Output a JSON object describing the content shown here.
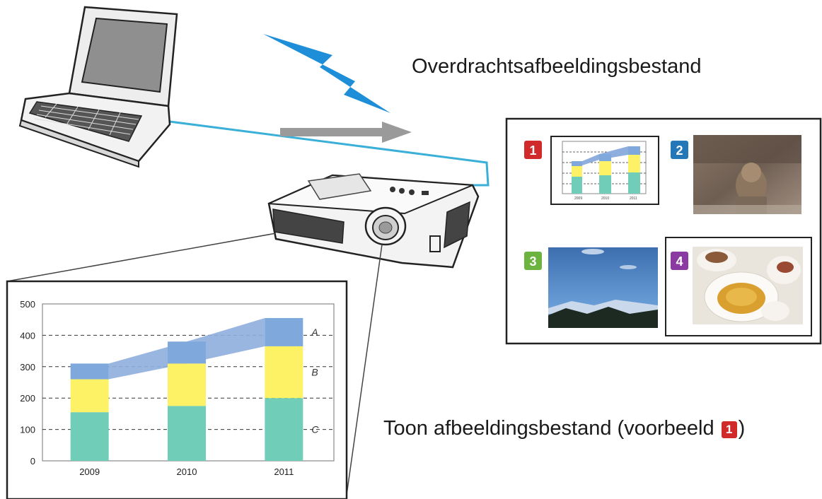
{
  "captions": {
    "transfer": "Overdrachtsafbeeldingsbestand",
    "show_prefix": "Toon afbeeldingsbestand (voorbeeld",
    "show_badge": "1",
    "show_suffix": ")"
  },
  "thumbnails": [
    {
      "number": "1",
      "color": "#d02a2a"
    },
    {
      "number": "2",
      "color": "#2478b8"
    },
    {
      "number": "3",
      "color": "#6cb33f"
    },
    {
      "number": "4",
      "color": "#8a3aa0"
    }
  ],
  "colors": {
    "link_line": "#3ab0d8",
    "wireless": "#1f8ed8",
    "arrow": "#9a9a9a",
    "seg_c": "#6fcdb8",
    "seg_b": "#fdf266",
    "seg_a": "#7fa9dc",
    "trend": "#8eaede"
  },
  "chart_data": {
    "type": "bar",
    "stacked": true,
    "categories": [
      "2009",
      "2010",
      "2011"
    ],
    "series": [
      {
        "name": "C",
        "values": [
          155,
          175,
          200
        ]
      },
      {
        "name": "B",
        "values": [
          105,
          135,
          165
        ]
      },
      {
        "name": "A",
        "values": [
          50,
          70,
          90
        ]
      }
    ],
    "yticks": [
      "0",
      "100",
      "200",
      "300",
      "400",
      "500"
    ],
    "ylim": [
      0,
      500
    ],
    "series_labels": [
      "A",
      "B",
      "C"
    ],
    "grid": "dashed horizontal",
    "legend": "right, inline labels"
  }
}
